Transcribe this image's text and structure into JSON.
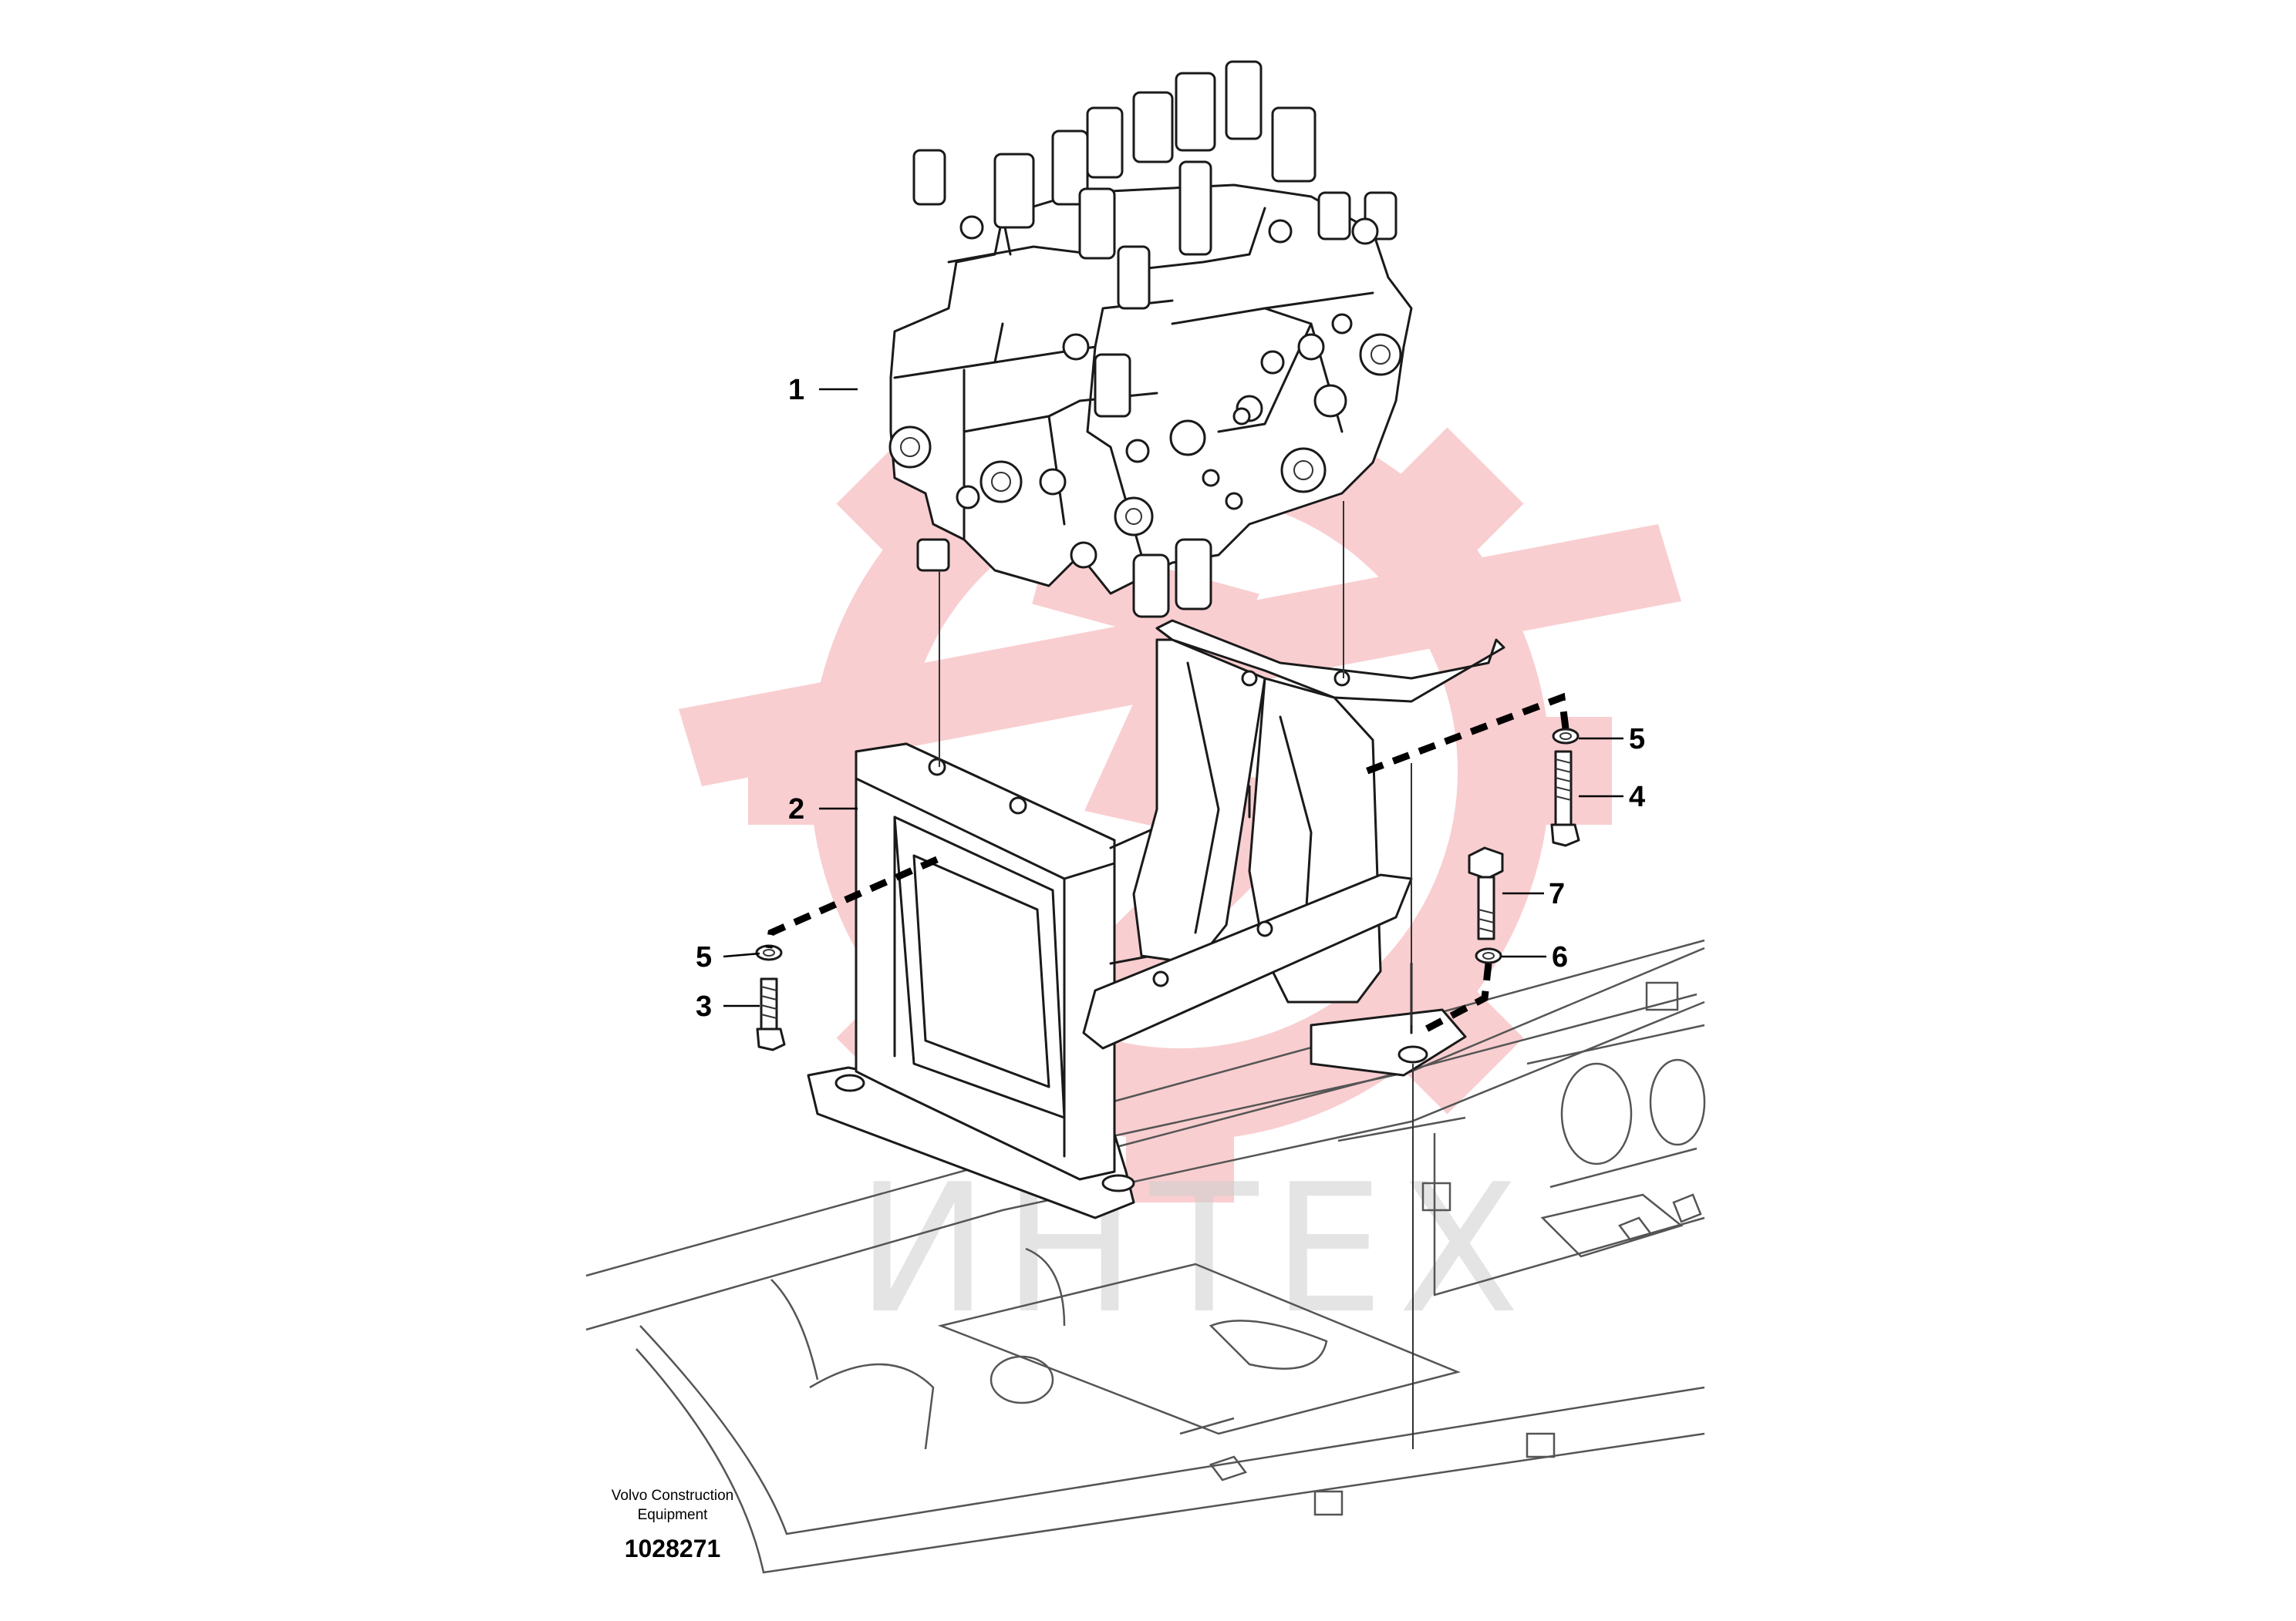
{
  "callouts": [
    {
      "id": "1",
      "label": "1"
    },
    {
      "id": "2",
      "label": "2"
    },
    {
      "id": "3",
      "label": "3"
    },
    {
      "id": "4",
      "label": "4"
    },
    {
      "id": "5a",
      "label": "5"
    },
    {
      "id": "5b",
      "label": "5"
    },
    {
      "id": "6",
      "label": "6"
    },
    {
      "id": "7",
      "label": "7"
    }
  ],
  "credit": {
    "line1": "Volvo Construction",
    "line2": "Equipment"
  },
  "figure_number": "1028271",
  "watermark": {
    "text": "ИНТЕХ",
    "color": "#e8262f"
  }
}
